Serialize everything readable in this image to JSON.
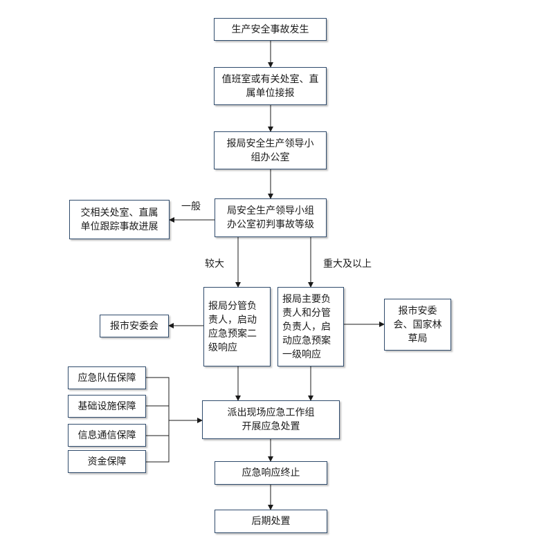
{
  "nodes": {
    "occur": "生产安全事故发生",
    "duty": "值班室或有关处室、直\n属单位接报",
    "report_office": "报局安全生产领导小\n组办公室",
    "judge": "局安全生产领导小组\n办公室初判事故等级",
    "handover": "交相关处室、直属\n单位跟踪事故进展",
    "level2": "报局分管负\n责人，启动\n应急预案二\n级响应",
    "level1": "报局主要负\n责人和分管\n负责人，启\n动应急预案\n一级响应",
    "report_city": "报市安委会",
    "report_city_national": "报市安委\n会、国家林\n草局",
    "dispatch": "派出现场应急工作组\n开展应急处置",
    "team": "应急队伍保障",
    "infra": "基础设施保障",
    "comms": "信息通信保障",
    "fund": "资金保障",
    "terminate": "应急响应终止",
    "aftermath": "后期处置"
  },
  "edge_labels": {
    "general": "一般",
    "larger": "较大",
    "major": "重大及以上"
  }
}
